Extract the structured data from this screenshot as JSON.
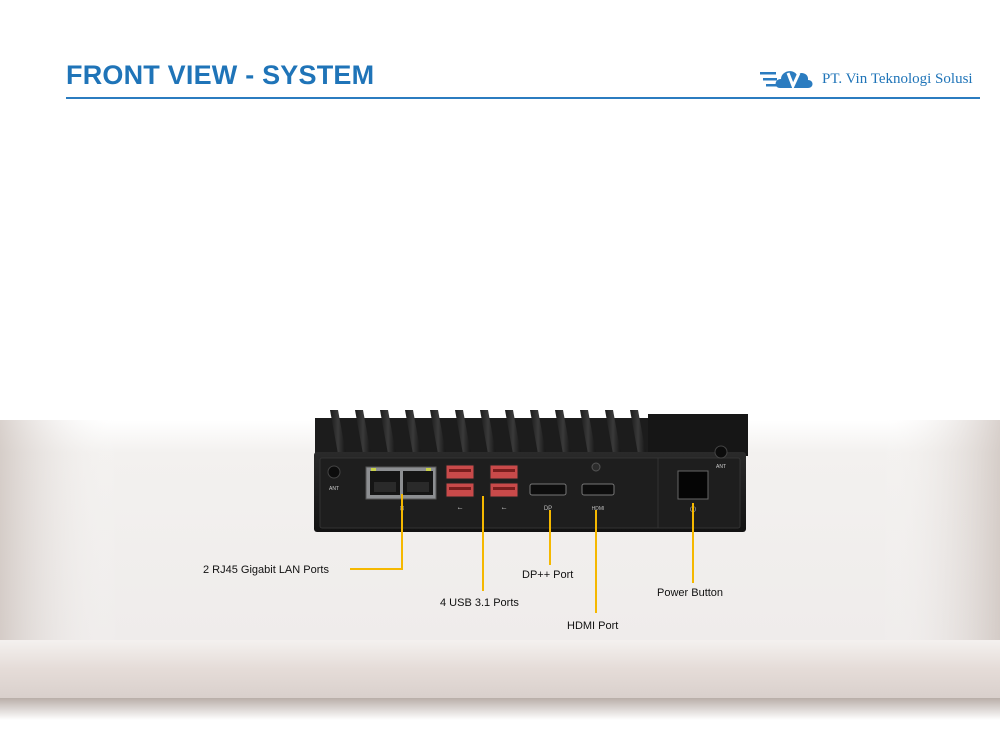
{
  "header": {
    "title": "FRONT VIEW - SYSTEM",
    "company": "PT. Vin Teknologi Solusi",
    "logo_icon": "cloud-v-logo-icon",
    "accent_color": "#1f74b8"
  },
  "device_marks": {
    "ant_left": "ANT",
    "ant_right": "ANT",
    "dp": "DP",
    "hdmi": "HDMI"
  },
  "callouts": [
    {
      "id": "lan",
      "label": "2 RJ45 Gigabit LAN Ports"
    },
    {
      "id": "usb",
      "label": "4 USB 3.1 Ports"
    },
    {
      "id": "dp",
      "label": "DP++ Port"
    },
    {
      "id": "hdmi",
      "label": "HDMI Port"
    },
    {
      "id": "power",
      "label": "Power Button"
    }
  ],
  "leader_color": "#f5b800"
}
